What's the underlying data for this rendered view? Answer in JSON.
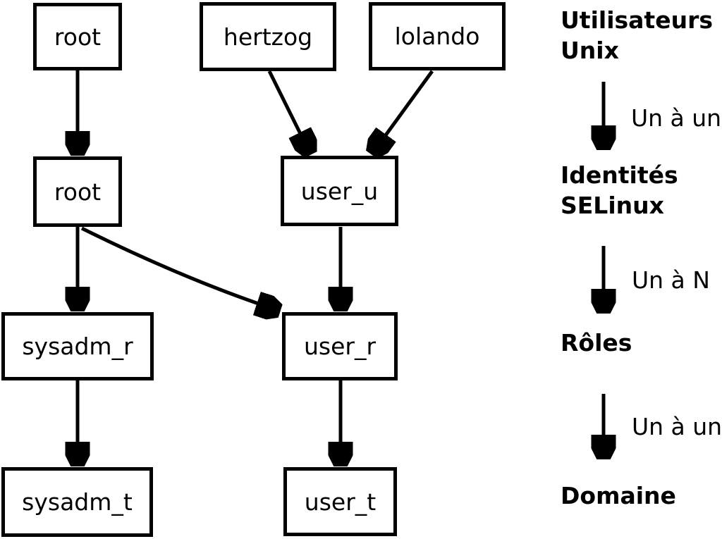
{
  "diagram": {
    "nodes": {
      "root_unix": "root",
      "hertzog": "hertzog",
      "lolando": "lolando",
      "root_selinux": "root",
      "user_u": "user_u",
      "sysadm_r": "sysadm_r",
      "user_r": "user_r",
      "sysadm_t": "sysadm_t",
      "user_t": "user_t"
    },
    "edges": [
      {
        "from": "root_unix",
        "to": "root_selinux"
      },
      {
        "from": "hertzog",
        "to": "user_u"
      },
      {
        "from": "lolando",
        "to": "user_u"
      },
      {
        "from": "root_selinux",
        "to": "sysadm_r"
      },
      {
        "from": "root_selinux",
        "to": "user_r"
      },
      {
        "from": "user_u",
        "to": "user_r"
      },
      {
        "from": "sysadm_r",
        "to": "sysadm_t"
      },
      {
        "from": "user_r",
        "to": "user_t"
      }
    ],
    "legend": {
      "level_users": "Utilisateurs\nUnix",
      "rel_users_identities": "Un à un",
      "level_identities": "Identités\nSELinux",
      "rel_identities_roles": "Un à N",
      "level_roles": "Rôles",
      "rel_roles_domain": "Un à un",
      "level_domain": "Domaine"
    },
    "colors": {
      "foreground": "#000000",
      "background": "#ffffff"
    }
  }
}
